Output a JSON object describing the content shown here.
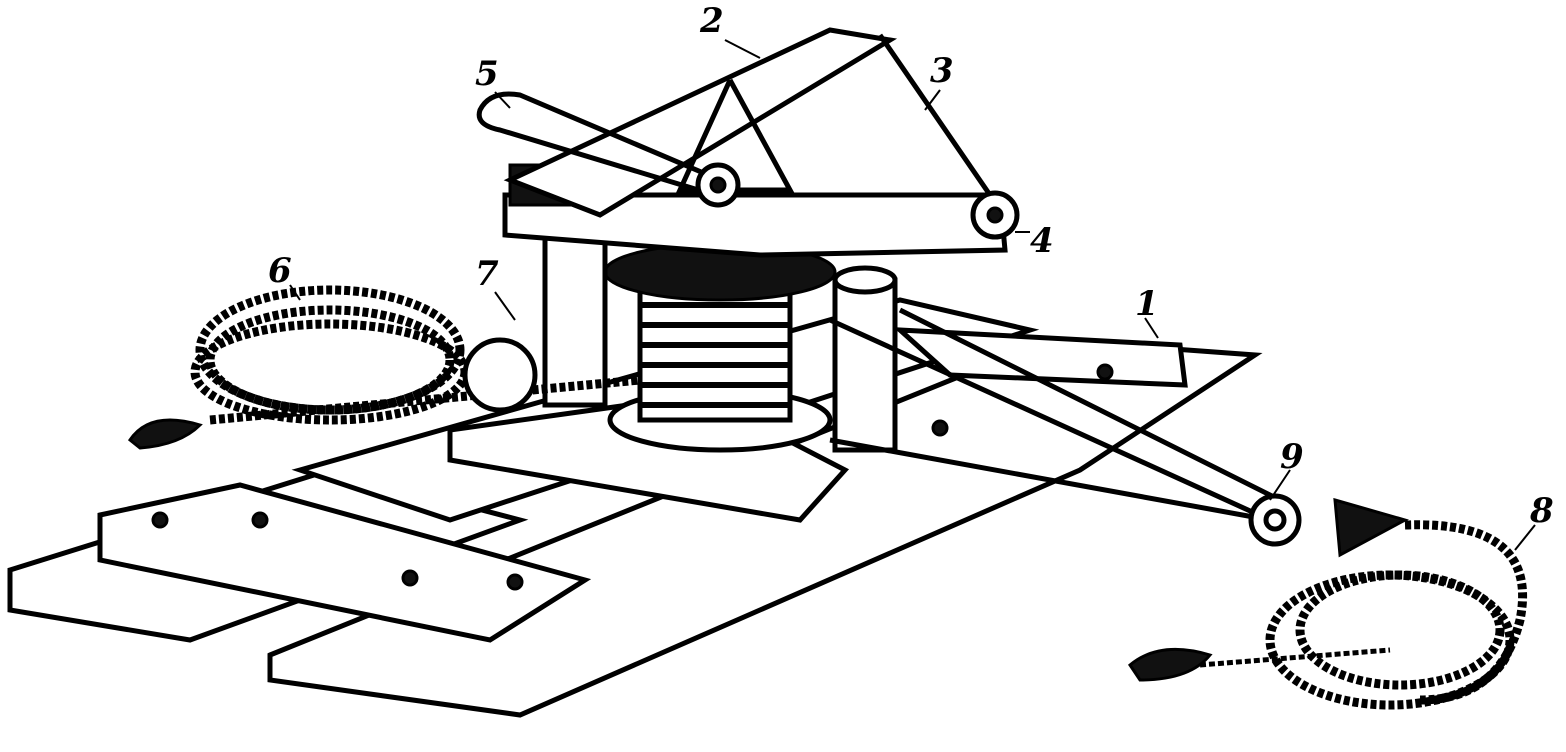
{
  "title": "Winch on sledge base diagram",
  "labels": [
    {
      "id": "1",
      "text": "1"
    },
    {
      "id": "2",
      "text": "2"
    },
    {
      "id": "3",
      "text": "3"
    },
    {
      "id": "4",
      "text": "4"
    },
    {
      "id": "5",
      "text": "5"
    },
    {
      "id": "6",
      "text": "6"
    },
    {
      "id": "7",
      "text": "7"
    },
    {
      "id": "8",
      "text": "8"
    },
    {
      "id": "9",
      "text": "9"
    }
  ]
}
